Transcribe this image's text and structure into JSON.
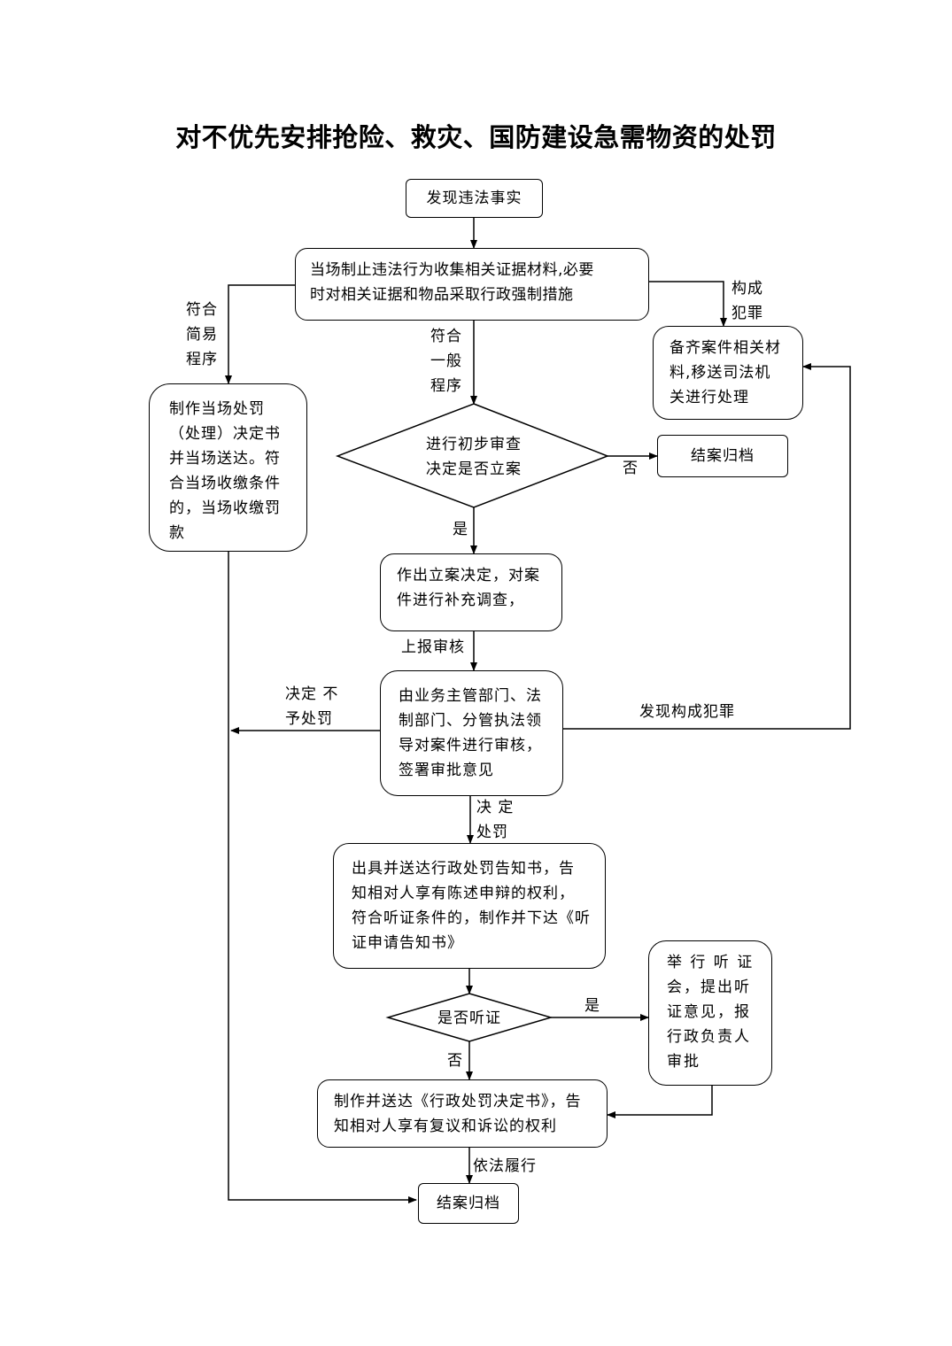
{
  "title": "对不优先安排抢险、救灾、国防建设急需物资的处罚",
  "nodes": {
    "discover": "发现违法事实",
    "stop_collect": "当场制止违法行为收集相关证据材料,必要\n时对相关证据和物品采取行政强制措施",
    "transfer_judicial": "备齐案件相关材\n料,移送司法机\n关进行处理",
    "simple_decision": "制作当场处罚\n（处理）决定书\n并当场送达。符\n合当场收缴条件\n的，当场收缴罚\n款",
    "preliminary_review": "进行初步审查\n决定是否立案",
    "close_case_top": "结案归档",
    "file_case": "作出立案决定，对案\n件进行补充调查，",
    "dept_review": "由业务主管部门、法\n制部门、分管执法领\n导对案件进行审核，\n签署审批意见",
    "notice": "出具并送达行政处罚告知书，告\n知相对人享有陈述申辩的权利，\n符合听证条件的，制作并下达《听\n证申请告知书》",
    "hearing_q": "是否听证",
    "hold_hearing": "举 行 听 证\n会，提出听\n证意见，报\n行政负责人\n审批",
    "decision_doc": "制作并送达《行政处罚决定书》，告\n知相对人享有复议和诉讼的权利",
    "close_case_bottom": "结案归档"
  },
  "edge_labels": {
    "crime": "构成\n犯罪",
    "simple": "符合\n简易\n程序",
    "general": "符合\n一般\n程序",
    "no_top": "否",
    "yes_case": "是",
    "report_review": "上报审核",
    "no_penalty": "决定 不\n予处罚",
    "crime_found": "发现构成犯罪",
    "penalty": "决 定\n处罚",
    "yes_hearing": "是",
    "no_hearing": "否",
    "comply": "依法履行"
  }
}
